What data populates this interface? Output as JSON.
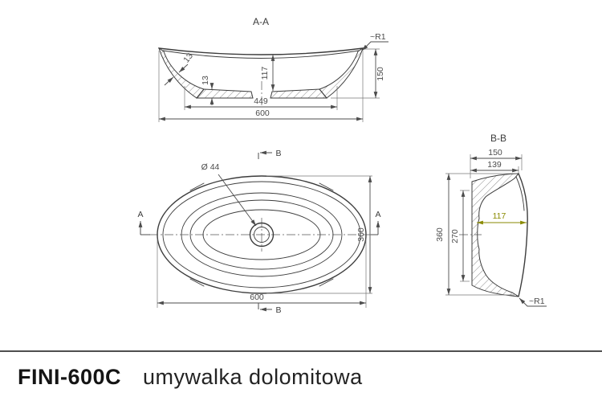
{
  "colors": {
    "line": "#3c3c3c",
    "dimension": "#4c4c4c",
    "highlight_dimension": "#8a8a00",
    "background": "#ffffff",
    "footer_text": "#141414"
  },
  "footer": {
    "model": "FINI-600C",
    "description": "umywalka dolomitowa"
  },
  "section_aa": {
    "title": "A-A",
    "dims": {
      "overall_width": "600",
      "inner_bottom_width": "449",
      "inner_depth": "117",
      "height": "150",
      "wall_thickness": "13",
      "floor_thickness": "13",
      "rim_radius": "~R1"
    }
  },
  "plan": {
    "drain_diameter": "Ø 44",
    "overall_width": "600",
    "overall_depth": "360",
    "marker_a": "A",
    "marker_b": "B"
  },
  "section_bb": {
    "title": "B-B",
    "dims": {
      "height": "150",
      "rim_height": "139",
      "inner_depth": "117",
      "inner_bottom_length": "270",
      "overall_depth": "360",
      "rim_radius": "~R1"
    }
  }
}
